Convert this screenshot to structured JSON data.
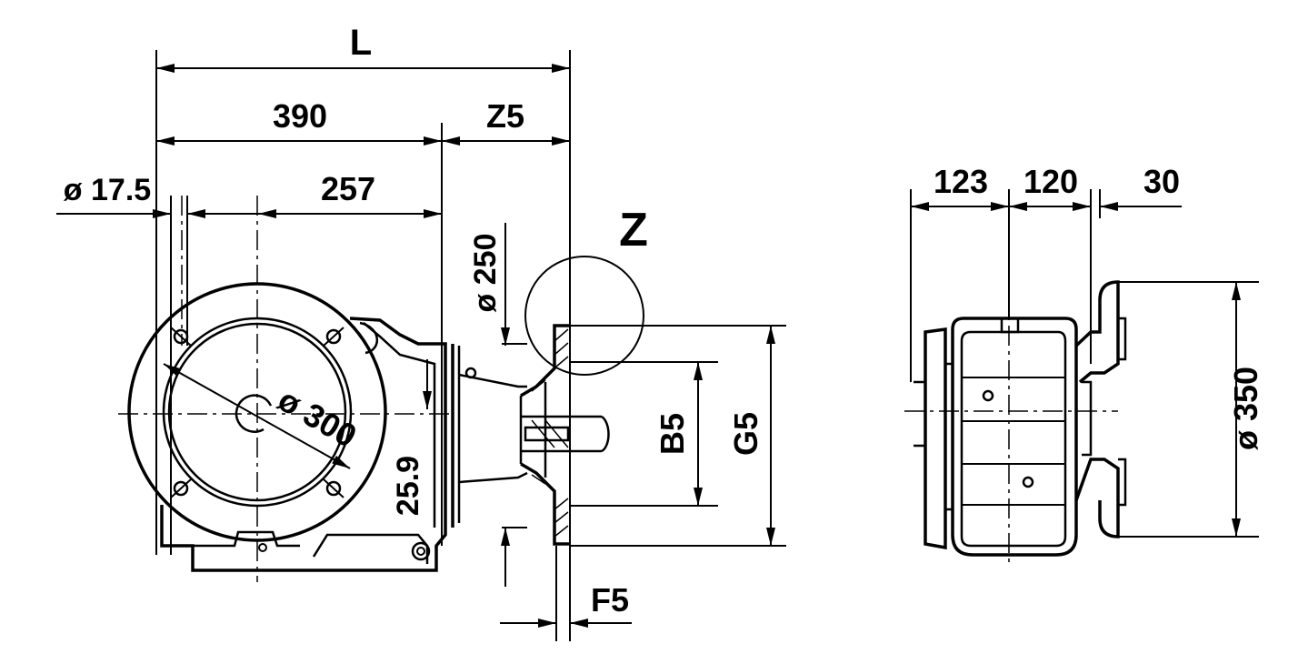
{
  "labels": {
    "L": "L",
    "d390": "390",
    "z5": "Z5",
    "d17_5": "ø 17.5",
    "d257": "257",
    "z": "Z",
    "d250": "ø 250",
    "d300": "ø 300",
    "d25_9": "25.9",
    "b5": "B5",
    "g5": "G5",
    "f5": "F5",
    "d123": "123",
    "d120": "120",
    "d30": "30",
    "d350": "ø 350"
  }
}
